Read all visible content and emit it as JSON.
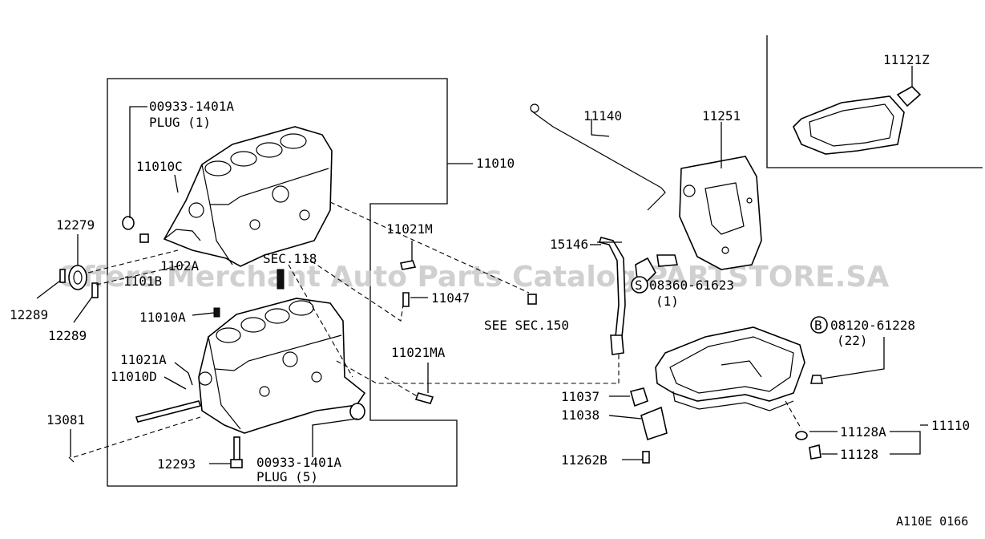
{
  "watermark": "Offers Merchant Auto Parts Catalog PARTSTORE.SA",
  "figure_code": "A110E 0166",
  "callouts": {
    "p00933_1401A_top": "00933-1401A",
    "plug_top": "PLUG (1)",
    "p11010C": "11010C",
    "p12279": "12279",
    "p12289_left": "12289",
    "p12289_right": "12289",
    "p1102A": "1102A",
    "p1101B": "1101B",
    "sec118": "SEC.118",
    "p11010": "11010",
    "p11021M": "11021M",
    "p11047": "11047",
    "see_sec150": "SEE SEC.150",
    "p11010A": "11010A",
    "p11021A": "11021A",
    "p11010D": "11010D",
    "p11021MA": "11021MA",
    "p13081": "13081",
    "p12293": "12293",
    "p00933_1401A_bottom": "00933-1401A",
    "plug_bottom": "PLUG (5)",
    "p11140": "11140",
    "p11251": "11251",
    "p15146": "15146",
    "p08360_61623": "08360-61623",
    "qty_1": "(1)",
    "p11121Z": "11121Z",
    "p08120_61228": "08120-61228",
    "qty_22": "(22)",
    "p11037": "11037",
    "p11038": "11038",
    "p11262B": "11262B",
    "p11128A": "11128A",
    "p11128": "11128",
    "p11110": "11110"
  },
  "markers": {
    "s_mark": "S",
    "b_mark": "B"
  }
}
